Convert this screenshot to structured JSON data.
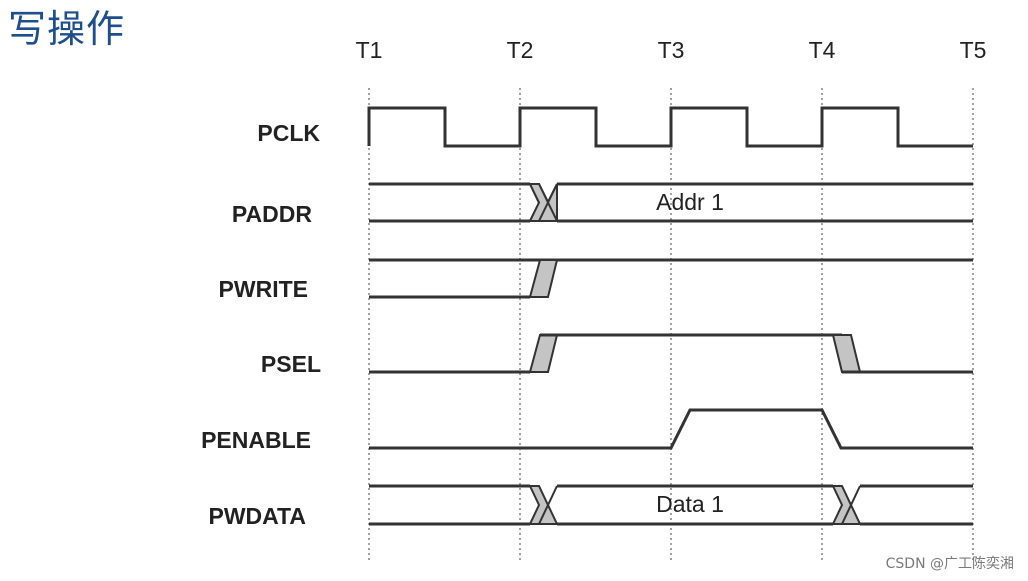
{
  "title": "写操作",
  "time_markers": [
    "T1",
    "T2",
    "T3",
    "T4",
    "T5"
  ],
  "signals": [
    {
      "name": "PCLK",
      "kind": "clock"
    },
    {
      "name": "PADDR",
      "kind": "bus",
      "value": "Addr 1"
    },
    {
      "name": "PWRITE",
      "kind": "wire"
    },
    {
      "name": "PSEL",
      "kind": "wire"
    },
    {
      "name": "PENABLE",
      "kind": "wire"
    },
    {
      "name": "PWDATA",
      "kind": "bus",
      "value": "Data 1"
    }
  ],
  "watermark": "CSDN @广工陈奕湘",
  "colors": {
    "title": "#1f4e8c",
    "transition_fill": "#c4c4c4",
    "wave_stroke": "#333333"
  }
}
